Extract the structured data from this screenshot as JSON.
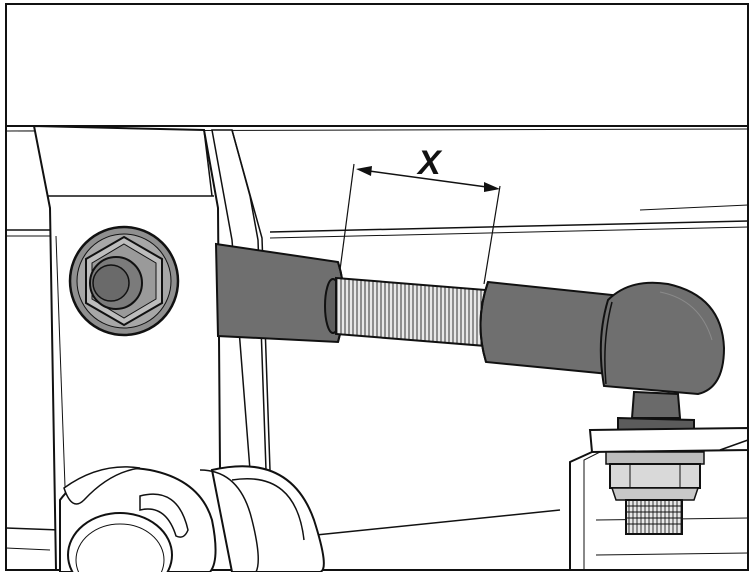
{
  "diagram": {
    "dimension_label": "X",
    "colors": {
      "outline": "#111111",
      "rod_fill": "#6f6f6f",
      "bolt_fill": "#8c8c8c",
      "thread_fill": "#e2e2e2",
      "frame_fill": "#ffffff"
    },
    "parts": [
      "frame-top-bar",
      "vertical-bracket",
      "bolt-head",
      "rod-sleeve-left",
      "threaded-rod",
      "rod-sleeve-right",
      "ball-joint-socket",
      "ball-joint-stud",
      "mounting-plate",
      "lock-nut",
      "threaded-stud",
      "lower-wheel",
      "lower-clip"
    ]
  }
}
